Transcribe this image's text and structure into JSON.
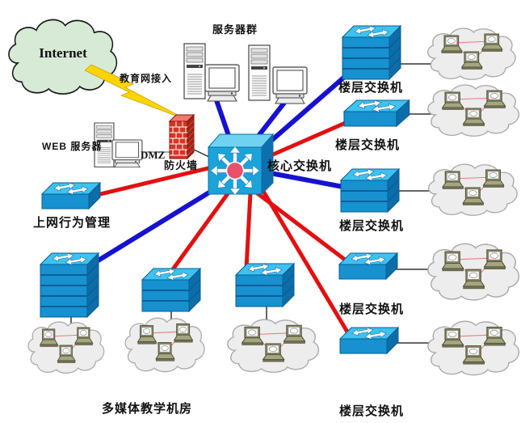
{
  "diagram_labels": {
    "internet": "Internet",
    "education_access": "教育网接入",
    "server_group": "服务器群",
    "web_server": "WEB 服务器",
    "dmz": "DMZ",
    "firewall": "防火墙",
    "core_switch": "核心交换机",
    "behavior_mgmt": "上网行为管理",
    "multimedia_room": "多媒体教学机房",
    "floor_switches": [
      {
        "label": "楼层交换机"
      },
      {
        "label": "楼层交换机"
      },
      {
        "label": "楼层交换机"
      },
      {
        "label": "楼层交换机"
      },
      {
        "label": "楼层交换机"
      }
    ]
  },
  "colors": {
    "backbone_link_blue": "#1612cf",
    "access_link_red": "#e21010",
    "lan_link_pink": "#e08080",
    "plain_link_black": "#333333",
    "monitor_link_gray": "#888888",
    "switch_top": "#3ec2ef",
    "switch_front": "#1791d0",
    "switch_side": "#0c6da9",
    "core_hub_dot": "#e8506b",
    "internet_cloud_fill": "#d6ead6",
    "lan_cloud_fill": "#ededed",
    "firewall_brick": "#d93425",
    "lightning_yellow": "#ffd400"
  }
}
